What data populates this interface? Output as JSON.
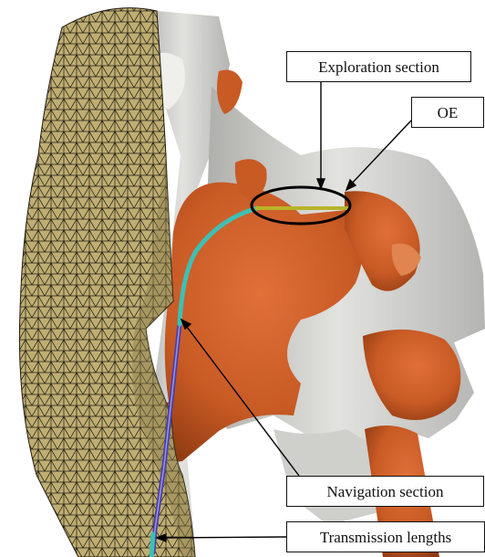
{
  "labels": {
    "exploration_section": "Exploration section",
    "oe": "OE",
    "navigation_section": "Navigation section",
    "transmission_lengths": "Transmission lengths"
  },
  "colors": {
    "background": "#ffffff",
    "mesh_fill": "#bfae72",
    "mesh_wire": "#1e1a10",
    "bone_gray": "#d4d4d2",
    "organ_orange": "#c85a24",
    "navigation_tube": "#3ec0b4",
    "transmission_tube": "#4a3fa8",
    "exploration_tube": "#b8b428"
  }
}
